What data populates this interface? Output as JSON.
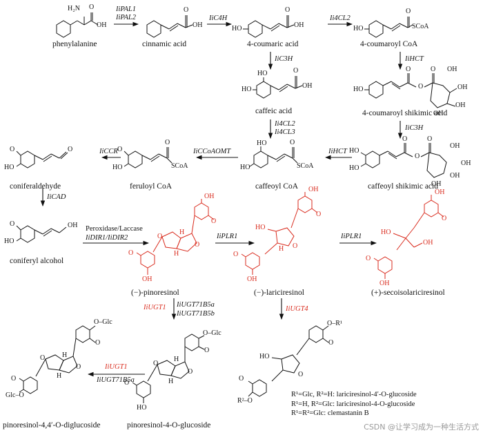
{
  "colors": {
    "ink": "#111111",
    "red": "#d92a1c",
    "watermark": "#999999"
  },
  "compounds": {
    "phenylalanine": "phenylalanine",
    "cinnamic": "cinnamic acid",
    "coumaric": "4-coumaric acid",
    "coumaroyl_coa": "4-coumaroyl CoA",
    "caffeic": "caffeic acid",
    "coumaroyl_shikimic": "4-coumaroyl shikimic acid",
    "caffeoyl_shikimic": "caffeoyl shikimic acid",
    "caffeoyl_coa": "caffeoyl CoA",
    "feruloyl_coa": "feruloyl CoA",
    "coniferaldehyde": "coniferaldehyde",
    "coniferyl_alcohol": "coniferyl alcohol",
    "pinoresinol": "(−)-pinoresinol",
    "lariciresinol": "(−)-lariciresinol",
    "secoisolariciresinol": "(+)-secoisolariciresinol",
    "pinoresinol_4_glc": "pinoresinol-4-O-glucoside",
    "pinoresinol_diglc": "pinoresinol-4,4′-O-diglucoside"
  },
  "enzymes": {
    "pal1": "IiPAL1",
    "pal2": "IiPAL2",
    "c4h": "IiC4H",
    "fourcl2": "Ii4CL2",
    "c3h_a": "IiC3H",
    "hct_a": "IiHCT",
    "fourcl2b": "Ii4CL2",
    "fourcl3": "Ii4CL3",
    "c3h_b": "IiC3H",
    "hct_b": "IiHCT",
    "ccoaomt": "IiCCoAOMT",
    "ccr": "IiCCR",
    "cad": "IiCAD",
    "peroxidase": "Peroxidase/Laccase",
    "dir": "IiDIR1/IiDIR2",
    "plr1_a": "IiPLR1",
    "plr1_b": "IiPLR1",
    "ugt1_a": "IiUGT1",
    "ugt71b5a_a": "IiUGT71B5a",
    "ugt71b5b": "IiUGT71B5b",
    "ugt1_b": "IiUGT1",
    "ugt71b5a_b": "IiUGT71B5a",
    "ugt4": "IiUGT4"
  },
  "atoms": {
    "h2n": "H₂N",
    "oh": "OH",
    "o": "O",
    "ho": "HO",
    "scoa": "SCoA",
    "h": "H",
    "glc": "Glc",
    "o_glc": "O–Glc",
    "glc_o": "Glc–O",
    "r1": "R¹",
    "r2": "R²",
    "o_r1": "O–R¹",
    "r2_o": "R²–O"
  },
  "products": {
    "line1": "R¹=Glc, R²=H: lariciresinol-4′-O-glucoside",
    "line2": "R¹=H, R²=Glc: lariciresinol-4-O-glucoside",
    "line3": "R¹=R²=Glc: clemastanin B"
  },
  "watermark": "CSDN @让学习成为一种生活方式"
}
